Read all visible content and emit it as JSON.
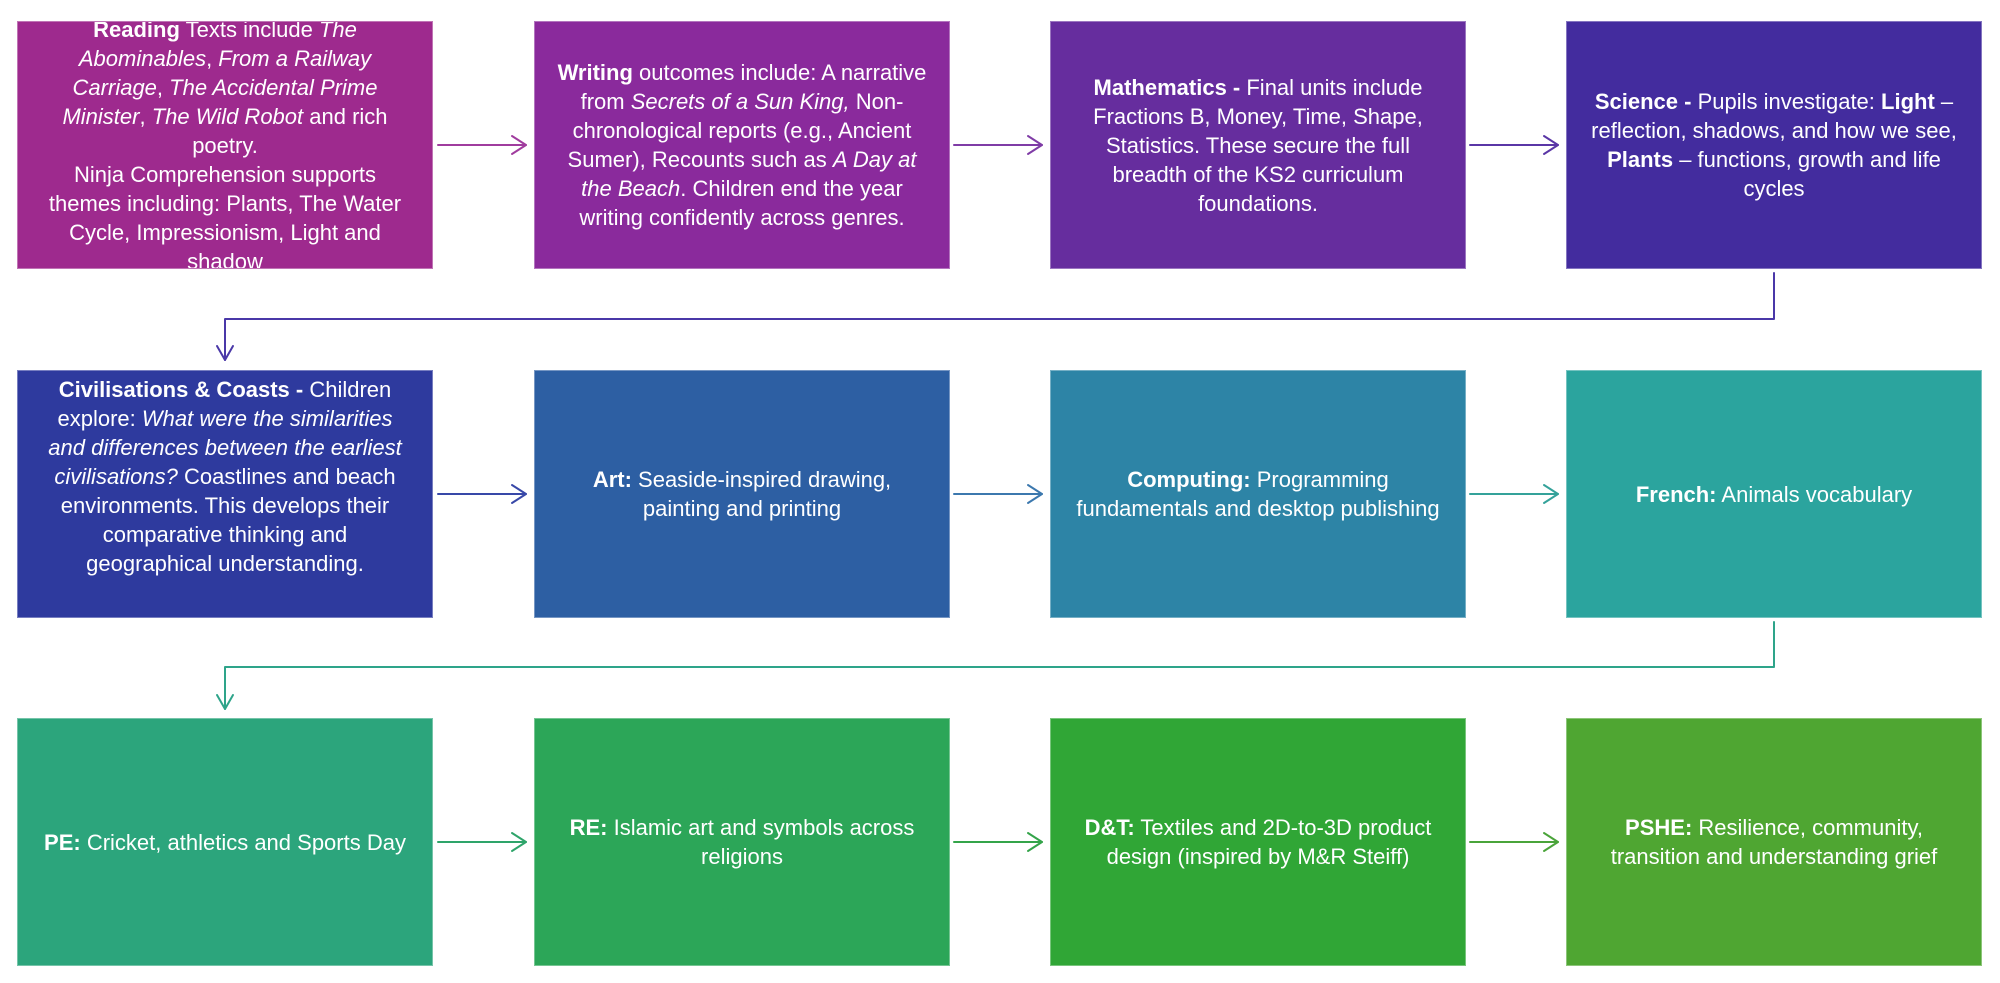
{
  "diagram": {
    "rows": [
      {
        "boxes": [
          {
            "id": "reading",
            "color": "#9E2A8E",
            "segments": [
              {
                "t": "Reading",
                "s": "b"
              },
              {
                "t": " Texts include ",
                "s": ""
              },
              {
                "t": "The Abominables",
                "s": "i"
              },
              {
                "t": ", ",
                "s": ""
              },
              {
                "t": "From a Railway Carriage",
                "s": "i"
              },
              {
                "t": ", ",
                "s": ""
              },
              {
                "t": "The Accidental Prime Minister",
                "s": "i"
              },
              {
                "t": ", ",
                "s": ""
              },
              {
                "t": "The Wild Robot",
                "s": "i"
              },
              {
                "t": " and rich poetry.",
                "s": ""
              },
              {
                "t": "\n",
                "s": "br"
              },
              {
                "t": "Ninja Comprehension supports themes including: Plants, The Water Cycle, Impressionism, Light and shadow",
                "s": ""
              }
            ]
          },
          {
            "id": "writing",
            "color": "#8A2A9C",
            "segments": [
              {
                "t": "Writing",
                "s": "b"
              },
              {
                "t": " outcomes include: A narrative from ",
                "s": ""
              },
              {
                "t": "Secrets of a Sun King,",
                "s": "i"
              },
              {
                "t": " Non-chronological reports (e.g., Ancient Sumer), Recounts such as ",
                "s": ""
              },
              {
                "t": "A Day at the Beach",
                "s": "i"
              },
              {
                "t": ". Children end the year writing confidently across genres.",
                "s": ""
              }
            ]
          },
          {
            "id": "mathematics",
            "color": "#662D9E",
            "segments": [
              {
                "t": "Mathematics -",
                "s": "b"
              },
              {
                "t": " Final units include Fractions B, Money, Time, Shape, Statistics. These secure the full breadth of the KS2 curriculum foundations.",
                "s": ""
              }
            ]
          },
          {
            "id": "science",
            "color": "#432C9E",
            "segments": [
              {
                "t": "Science -",
                "s": "b"
              },
              {
                "t": " Pupils investigate: ",
                "s": ""
              },
              {
                "t": "Light",
                "s": "b"
              },
              {
                "t": " – reflection, shadows, and how we see, ",
                "s": ""
              },
              {
                "t": "Plants",
                "s": "b"
              },
              {
                "t": " – functions, growth and life cycles",
                "s": ""
              }
            ]
          }
        ]
      },
      {
        "boxes": [
          {
            "id": "civilisations-coasts",
            "color": "#2E3A9E",
            "top_aligned": true,
            "segments": [
              {
                "t": "Civilisations & Coasts -",
                "s": "b"
              },
              {
                "t": " Children explore: ",
                "s": ""
              },
              {
                "t": "What were the similarities and differences between the earliest civilisations?",
                "s": "i"
              },
              {
                "t": " Coastlines and beach environments. This develops their comparative thinking and geographical understanding.",
                "s": ""
              }
            ]
          },
          {
            "id": "art",
            "color": "#2D5FA3",
            "segments": [
              {
                "t": "Art:",
                "s": "b"
              },
              {
                "t": " Seaside-inspired drawing, painting and printing",
                "s": ""
              }
            ]
          },
          {
            "id": "computing",
            "color": "#2D84A6",
            "segments": [
              {
                "t": "Computing:",
                "s": "b"
              },
              {
                "t": " Programming fundamentals and desktop publishing",
                "s": ""
              }
            ]
          },
          {
            "id": "french",
            "color": "#2BA49E",
            "segments": [
              {
                "t": "French:",
                "s": "b"
              },
              {
                "t": " Animals vocabulary",
                "s": ""
              }
            ]
          }
        ]
      },
      {
        "boxes": [
          {
            "id": "pe",
            "color": "#2CA57C",
            "segments": [
              {
                "t": "PE:",
                "s": "b"
              },
              {
                "t": " Cricket, athletics and Sports Day",
                "s": ""
              }
            ]
          },
          {
            "id": "re",
            "color": "#2CA658",
            "segments": [
              {
                "t": "RE:",
                "s": "b"
              },
              {
                "t": " Islamic art and symbols across religions",
                "s": ""
              }
            ]
          },
          {
            "id": "dt",
            "color": "#30A636",
            "segments": [
              {
                "t": "D&T:",
                "s": "b"
              },
              {
                "t": " Textiles and 2D-to-3D product design (inspired by M&R Steiff)",
                "s": ""
              }
            ]
          },
          {
            "id": "pshe",
            "color": "#4FA632",
            "segments": [
              {
                "t": "PSHE:",
                "s": "b"
              },
              {
                "t": " Resilience, community, transition and understanding grief",
                "s": ""
              }
            ]
          }
        ]
      }
    ],
    "arrow_colors": {
      "row1": [
        "#A03C9E",
        "#7F3CA6",
        "#5A36A6"
      ],
      "row1_to_row2": "#4A38A8",
      "row2": [
        "#3848A8",
        "#3C78AE",
        "#34A29A"
      ],
      "row2_to_row3": "#2EA48A",
      "row3": [
        "#2EA46A",
        "#34A44A",
        "#4AA43A"
      ]
    }
  }
}
